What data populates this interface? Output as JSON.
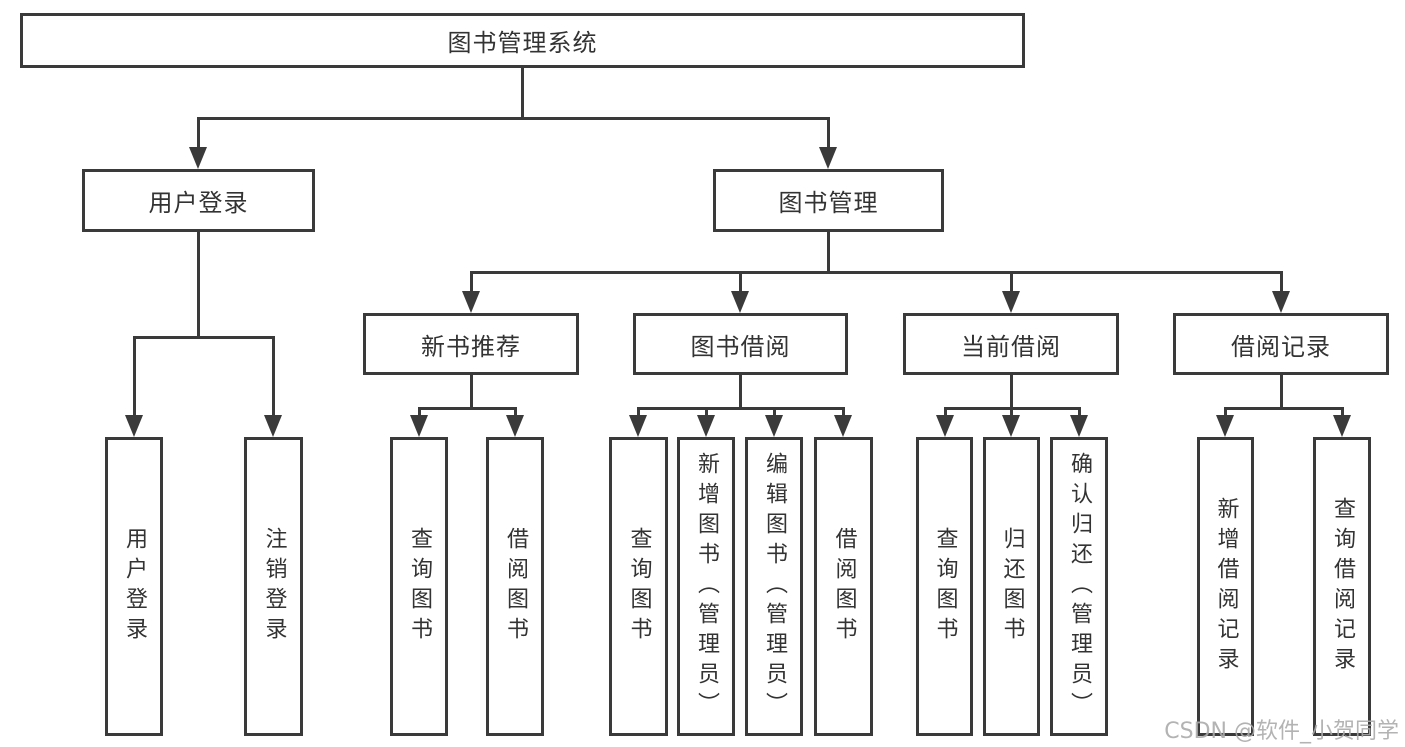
{
  "diagram": {
    "tree": {
      "label": "图书管理系统",
      "children": [
        {
          "label": "用户登录",
          "children": [
            {
              "label": "用户登录"
            },
            {
              "label": "注销登录"
            }
          ]
        },
        {
          "label": "图书管理",
          "children": [
            {
              "label": "新书推荐",
              "children": [
                {
                  "label": "查询图书"
                },
                {
                  "label": "借阅图书"
                }
              ]
            },
            {
              "label": "图书借阅",
              "children": [
                {
                  "label": "查询图书"
                },
                {
                  "label": "新增图书（管理员）"
                },
                {
                  "label": "编辑图书（管理员）"
                },
                {
                  "label": "借阅图书"
                }
              ]
            },
            {
              "label": "当前借阅",
              "children": [
                {
                  "label": "查询图书"
                },
                {
                  "label": "归还图书"
                },
                {
                  "label": "确认归还（管理员）"
                }
              ]
            },
            {
              "label": "借阅记录",
              "children": [
                {
                  "label": "新增借阅记录"
                },
                {
                  "label": "查询借阅记录"
                }
              ]
            }
          ]
        }
      ]
    }
  },
  "watermark": {
    "text": "CSDN @软件_小贺同学"
  },
  "colors": {
    "line": "#3a3a3a",
    "text": "#333333",
    "watermark": "#ababab",
    "background": "#ffffff"
  }
}
